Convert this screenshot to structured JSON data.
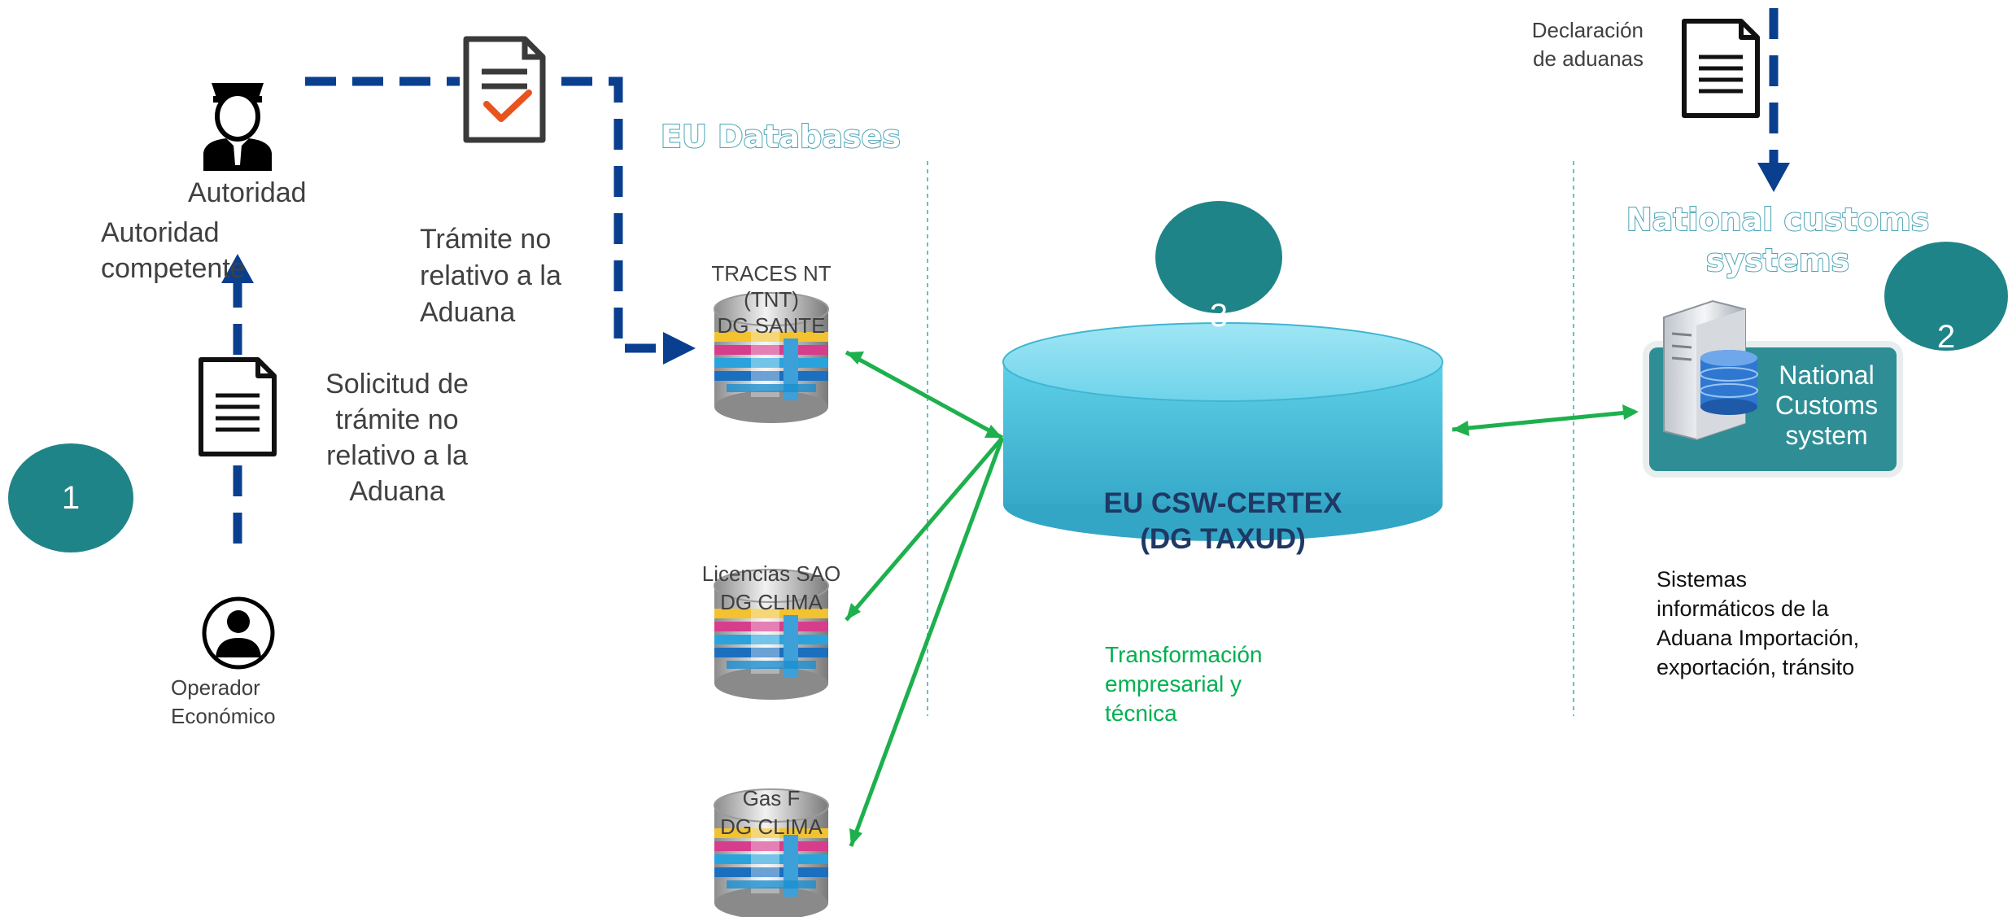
{
  "labels": {
    "autoridad": "Autoridad",
    "autoridad_competente": "Autoridad\ncompetente",
    "tramite_no_relativo": "Trámite no\n    relativo a la\n    Aduana",
    "solicitud": "Solicitud de\ntrámite no\nrelativo a la\nAduana",
    "operador": "Operador\n  Económico",
    "declaracion": "Declaración\nde aduanas",
    "eu_databases": "EU Databases",
    "national_customs_systems": "National customs\nsystems",
    "traces": "TRACES NT\n(TNT)\nDG SANTE",
    "licencias": "Licencias SAO\nDG CLIMA",
    "gasf": "Gas F\nDG CLIMA",
    "csw": "EU CSW-CERTEX\n(DG TAXUD)",
    "transformacion": "Transformación\n      empresarial y\n      técnica",
    "national_customs_box": "National\nCustoms\nsystem",
    "sistemas": "  Sistemas\ninformáticos de la\nAduana Importación,\nexportación, tránsito"
  },
  "badges": {
    "step1": "1",
    "step3": "3",
    "step2": "2"
  },
  "colors": {
    "dashed_arrow": "#0a3f8f",
    "green_arrow": "#1db04d",
    "teal_badge": "#1f8488",
    "cylinder": "#4cc3dc",
    "title_outline": "#4aa3b5",
    "csw_text": "#1f3864",
    "transform_text": "#00b050",
    "check_mark": "#e8531e"
  },
  "icons": [
    "officer-icon",
    "document-check-icon",
    "document-icon",
    "person-icon",
    "database-icon",
    "server-icon"
  ]
}
